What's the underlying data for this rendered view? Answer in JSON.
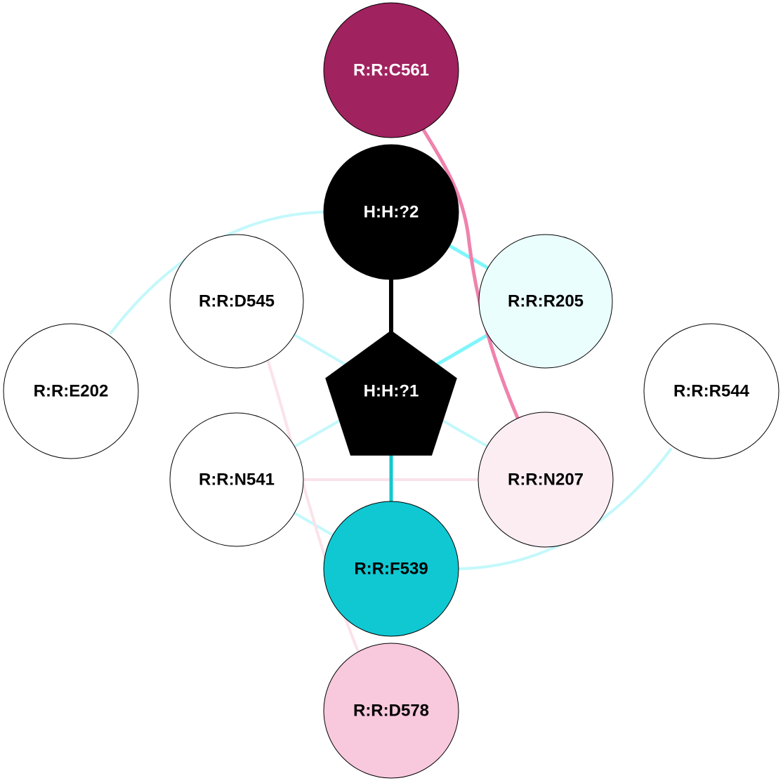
{
  "colors": {
    "background": "#ffffff",
    "node_stroke": "#000000",
    "edge_black": "#000000",
    "edge_cyan_strong": "#10c8d2",
    "edge_cyan_mid": "#7ff6fb",
    "edge_cyan_light": "#c4f8fb",
    "edge_pink_strong": "#ef82ad",
    "edge_pink_light": "#fbe2ea"
  },
  "nodes": [
    {
      "id": "c561",
      "label": "R:R:C561",
      "shape": "circle",
      "fill": "#a0225f",
      "text_color": "#ffffff"
    },
    {
      "id": "h2",
      "label": "H:H:?2",
      "shape": "circle",
      "fill": "#000000",
      "text_color": "#ffffff"
    },
    {
      "id": "d545",
      "label": "R:R:D545",
      "shape": "circle",
      "fill": "#ffffff",
      "text_color": "#000000"
    },
    {
      "id": "r205",
      "label": "R:R:R205",
      "shape": "circle",
      "fill": "#eafefe",
      "text_color": "#000000"
    },
    {
      "id": "e202",
      "label": "R:R:E202",
      "shape": "circle",
      "fill": "#ffffff",
      "text_color": "#000000"
    },
    {
      "id": "h1",
      "label": "H:H:?1",
      "shape": "pentagon",
      "fill": "#000000",
      "text_color": "#ffffff"
    },
    {
      "id": "r544",
      "label": "R:R:R544",
      "shape": "circle",
      "fill": "#ffffff",
      "text_color": "#000000"
    },
    {
      "id": "n541",
      "label": "R:R:N541",
      "shape": "circle",
      "fill": "#ffffff",
      "text_color": "#000000"
    },
    {
      "id": "n207",
      "label": "R:R:N207",
      "shape": "circle",
      "fill": "#fcedf3",
      "text_color": "#000000"
    },
    {
      "id": "f539",
      "label": "R:R:F539",
      "shape": "circle",
      "fill": "#10c8d2",
      "text_color": "#000000"
    },
    {
      "id": "d578",
      "label": "R:R:D578",
      "shape": "circle",
      "fill": "#f8c8dd",
      "text_color": "#000000"
    }
  ],
  "edges": [
    {
      "source": "e202",
      "target": "h2",
      "color": "edge_cyan_light",
      "weight": "thin"
    },
    {
      "source": "r544",
      "target": "f539",
      "color": "edge_cyan_light",
      "weight": "thin"
    },
    {
      "source": "d545",
      "target": "h1",
      "color": "edge_cyan_light",
      "weight": "thin"
    },
    {
      "source": "n541",
      "target": "h1",
      "color": "edge_cyan_light",
      "weight": "thin"
    },
    {
      "source": "n207",
      "target": "h1",
      "color": "edge_cyan_light",
      "weight": "thin"
    },
    {
      "source": "n541",
      "target": "f539",
      "color": "edge_cyan_light",
      "weight": "thin"
    },
    {
      "source": "n541",
      "target": "n207",
      "color": "edge_pink_light",
      "weight": "thin"
    },
    {
      "source": "d545",
      "target": "d578",
      "color": "edge_pink_light",
      "weight": "thin"
    },
    {
      "source": "h2",
      "target": "r205",
      "color": "edge_cyan_mid",
      "weight": "medium"
    },
    {
      "source": "r205",
      "target": "h1",
      "color": "edge_cyan_mid",
      "weight": "medium"
    },
    {
      "source": "c561",
      "target": "n207",
      "color": "edge_pink_strong",
      "weight": "medium"
    },
    {
      "source": "h1",
      "target": "f539",
      "color": "edge_cyan_strong",
      "weight": "medium"
    },
    {
      "source": "h2",
      "target": "h1",
      "color": "edge_black",
      "weight": "thick"
    }
  ]
}
